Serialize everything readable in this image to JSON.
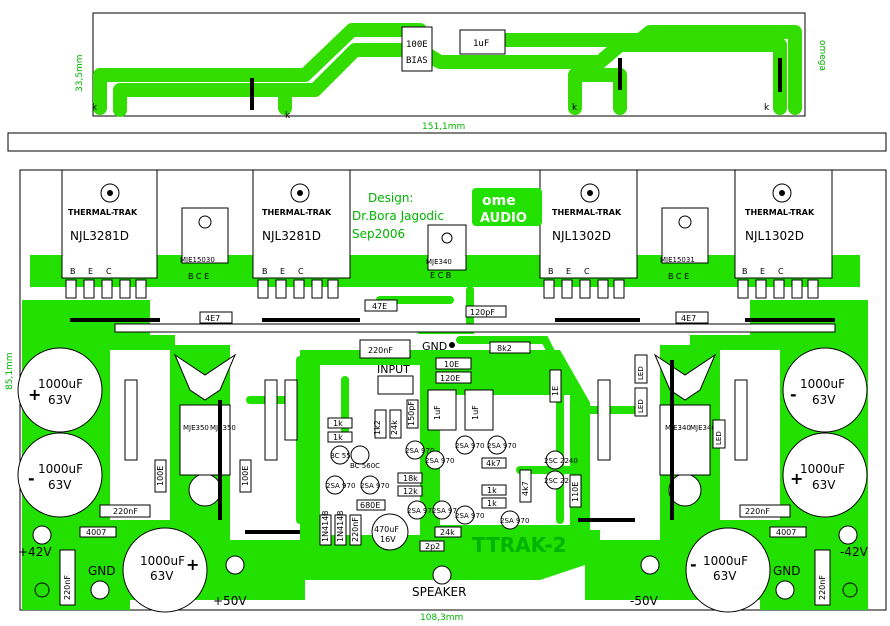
{
  "colors": {
    "copper": "#33dd00",
    "copper_fill": "#22e000",
    "outline": "#000000",
    "silkscreen_mirror": "#00b400",
    "background": "#ffffff"
  },
  "dimensions": {
    "top_width": "151,1mm",
    "bottom_width": "108,3mm",
    "left_height": "85,1mm",
    "top_left_height": "33,5mm"
  },
  "output_devices": {
    "thermal_trak_label": "THERMAL-TRAK",
    "left_1": "NJL3281D",
    "left_2": "NJL3281D",
    "right_1": "NJL1302D",
    "right_2": "NJL1302D",
    "pins": [
      "B",
      "E",
      "C"
    ]
  },
  "drivers": {
    "mje15030": "MJE15030",
    "mje15031": "MJE15031",
    "mje340": "MJE340",
    "mje350_a": "MJE350",
    "mje350_b": "MJE350",
    "mje340_a": "MJE340",
    "mje340_b": "MJE340"
  },
  "design_credit": {
    "line1": "Design:",
    "line2": "Dr.Bora Jagodic",
    "line3": "Sep2006"
  },
  "brand": {
    "line1": "ome",
    "line2": "AUDIO"
  },
  "board_title": "TTRAK-2",
  "bias_top": {
    "resistor": "100E",
    "label": "BIAS",
    "cap": "1uF"
  },
  "caps": {
    "big": "1000uF",
    "voltage": "63V",
    "c220n": "220nF",
    "c120p": "120pF",
    "c470u": "470uF",
    "c16v": "16V",
    "c1u": "1uF",
    "c150p": "150pF",
    "c2p2": "2p2",
    "c220nF_vertical": "220nF"
  },
  "resistors": {
    "r47e": "47E",
    "r4e7": "4E7",
    "r10e": "10E",
    "r120e": "120E",
    "r8k2": "8k2",
    "r1k": "1k",
    "r1k2": "1k2",
    "r24k": "24k",
    "r18k": "18k",
    "r12k": "12k",
    "r4k7": "4k7",
    "r680e": "680E",
    "r100e": "100E",
    "r1e": "1E",
    "r110e": "110E",
    "r1n4148": "1N4148",
    "r4007": "4007",
    "r220nF": "220nF"
  },
  "transistors": {
    "bc550c": "BC 550C",
    "bc560c": "BC 560C",
    "s2sa970": "2SA 970",
    "s2sc2240": "2SC 2240",
    "s2sc2240b": "2SC 2240"
  },
  "leds": {
    "led": "LED"
  },
  "terminals": {
    "gnd": "GND",
    "input": "INPUT",
    "speaker": "SPEAKER",
    "plus42": "+42V",
    "minus42": "-42V",
    "plus50": "+50V",
    "minus50": "-50V",
    "k": "k"
  },
  "markers": {
    "plus": "+",
    "minus": "-"
  }
}
